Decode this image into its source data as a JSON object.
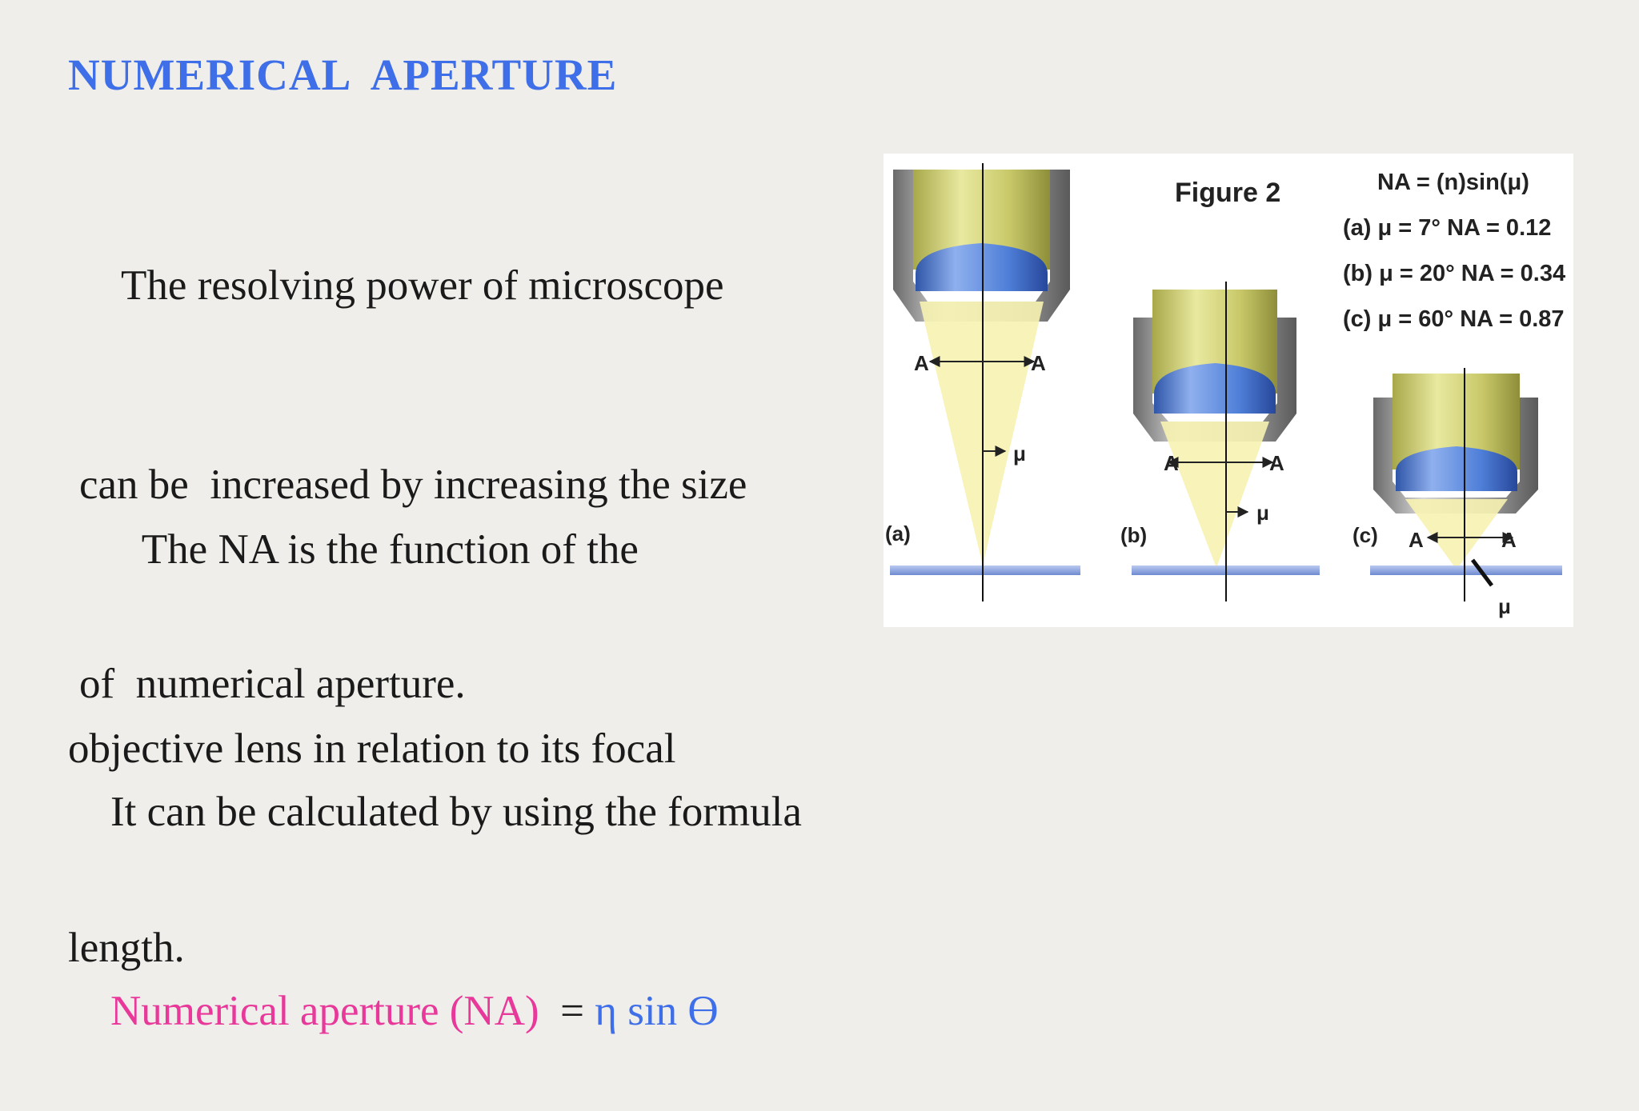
{
  "slide": {
    "title": "NUMERICAL  APERTURE",
    "para1": [
      "    The resolving power of microscope",
      "can be  increased by increasing the size",
      "of  numerical aperture."
    ],
    "para2": [
      "       The NA is the function of the",
      "objective lens in relation to its focal",
      "length."
    ],
    "para3_line1": "    It can be calculated by using the formula",
    "formula": {
      "lhs": "Numerical aperture (NA)",
      "eq": "  = ",
      "rhs": "η sin ϴ"
    }
  },
  "figure": {
    "caption": "Figure 2",
    "formula": "NA = (n)sin(μ)",
    "rows": [
      "(a) μ = 7°   NA = 0.12",
      "(b) μ = 20° NA = 0.34",
      "(c) μ = 60° NA = 0.87"
    ],
    "panel_labels": [
      "(a)",
      "(b)",
      "(c)"
    ],
    "aperture_label": "A",
    "angle_label": "μ",
    "colors": {
      "lens": "#4f7fd8",
      "barrel": "#9a9a9a",
      "light_cone": "#f7f2b0",
      "tube": "#c8c86a",
      "slide": "#7e9ad8"
    }
  }
}
